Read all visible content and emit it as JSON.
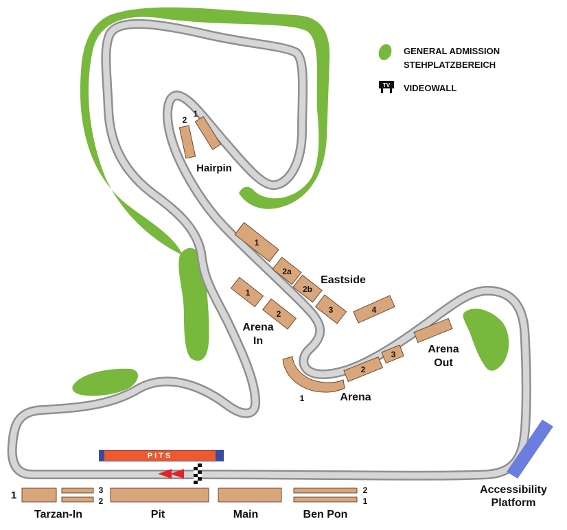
{
  "colors": {
    "track_border": "#8f8f8f",
    "track_fill": "#d6d6d6",
    "grass": "#78b83c",
    "stand": "#d9a57b",
    "stand_border": "#6b4a2e",
    "pits_orange": "#ef5a2a",
    "pits_blue": "#3b4aa0",
    "accessibility_blue": "#6b7ee0",
    "arrow_red": "#e8202a"
  },
  "legend": {
    "general_admission_line1": "GENERAL ADMISSION",
    "general_admission_line2": "STEHPLATZBEREICH",
    "videowall_badge": "TV",
    "videowall": "VIDEOWALL"
  },
  "pits": {
    "label": "PITS"
  },
  "areas": {
    "hairpin": "Hairpin",
    "eastside": "Eastside",
    "arena_in_line1": "Arena",
    "arena_in_line2": "In",
    "arena_out_line1": "Arena",
    "arena_out_line2": "Out",
    "arena": "Arena",
    "tarzan_in": "Tarzan-In",
    "pit": "Pit",
    "main": "Main",
    "ben_pon": "Ben Pon",
    "accessibility_line1": "Accessibility",
    "accessibility_line2": "Platform"
  },
  "stand_numbers": {
    "hairpin_2": "2",
    "hairpin_1": "1",
    "eastside_1": "1",
    "eastside_2a": "2a",
    "eastside_2b": "2b",
    "eastside_3": "3",
    "eastside_4": "4",
    "arena_in_1": "1",
    "arena_in_2": "2",
    "arena_1": "1",
    "arena_2": "2",
    "arena_3": "3",
    "tarzan_1": "1",
    "tarzan_3": "3",
    "tarzan_2": "2",
    "benpon_2": "2",
    "benpon_1": "1"
  }
}
